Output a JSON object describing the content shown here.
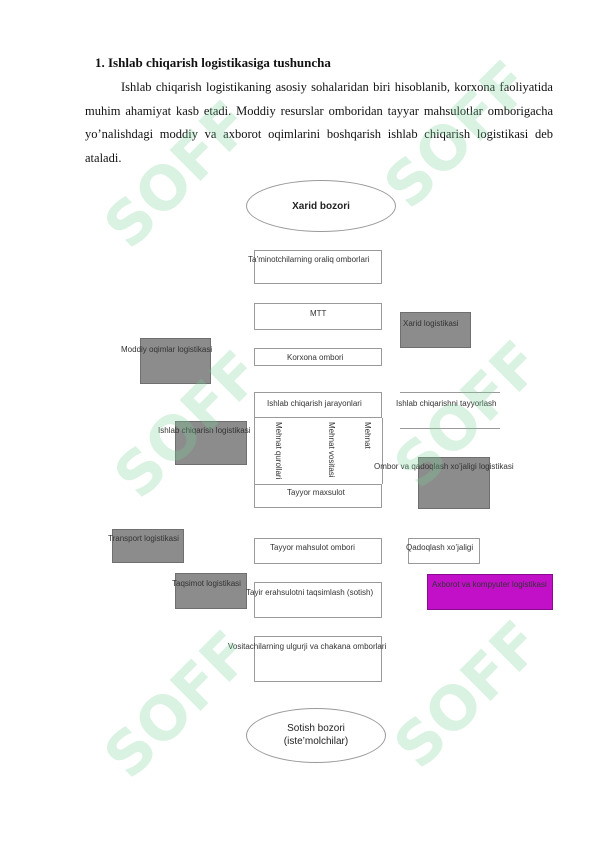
{
  "document": {
    "heading": "1.  Ishlab chiqarish logistikasiga tushuncha",
    "paragraph": "Ishlab chiqarish logistikaning asosiy sohalaridan biri hisoblanib, korxona faoliyatida muhim ahamiyat kasb etadi. Moddiy resurslar omboridan tayyar mahsulotlar omborigacha yo’nalishdagi moddiy va axborot oqimlarini boshqarish ishlab chiqarish logistikasi deb ataladi."
  },
  "diagram": {
    "top_ellipse": "Xarid bozori",
    "suppliers_warehouses": "Ta’minotchilarning oraliq omborlari",
    "mtt": "MTT",
    "purchase_logistics": "Xarid logistikasi",
    "material_flow_logistics": "Moddiy oqimlar logistikasi",
    "enterprise_warehouse": "Korxona ombori",
    "production_processes": "Ishlab chiqarish jarayonlari",
    "production_preparation": "Ishlab chiqarishni tayyorlash",
    "production_logistics": "Ishlab chiqarish logistikasi",
    "vertical_labels": [
      "Mehnat qurollari",
      "Mehnat vositasi",
      "Mehnat"
    ],
    "warehouse_packaging_logistics": "Ombor va qadoqlash xo’jaligi logistikasi",
    "finished_product": "Tayyor maxsulot",
    "transport_logistics": "Transport logistikasi",
    "finished_warehouse": "Tayyor mahsulot ombori",
    "packaging": "Qadoqlash  xo’jaligi",
    "distribution_logistics": "Taqsimot logistikasi",
    "distribution_label": "Tayir erahsulotni taqsimlash (sotish)",
    "magenta_box": "Axborot va kompyuter logistikasi",
    "intermediaries_warehouses": "Vositachilarning ulgurji va chakana omborlari",
    "bottom_ellipse_line1": "Sotish bozori",
    "bottom_ellipse_line2": "(iste’molchilar)"
  },
  "watermark": {
    "text": "SOFF",
    "color": "#78d296"
  }
}
